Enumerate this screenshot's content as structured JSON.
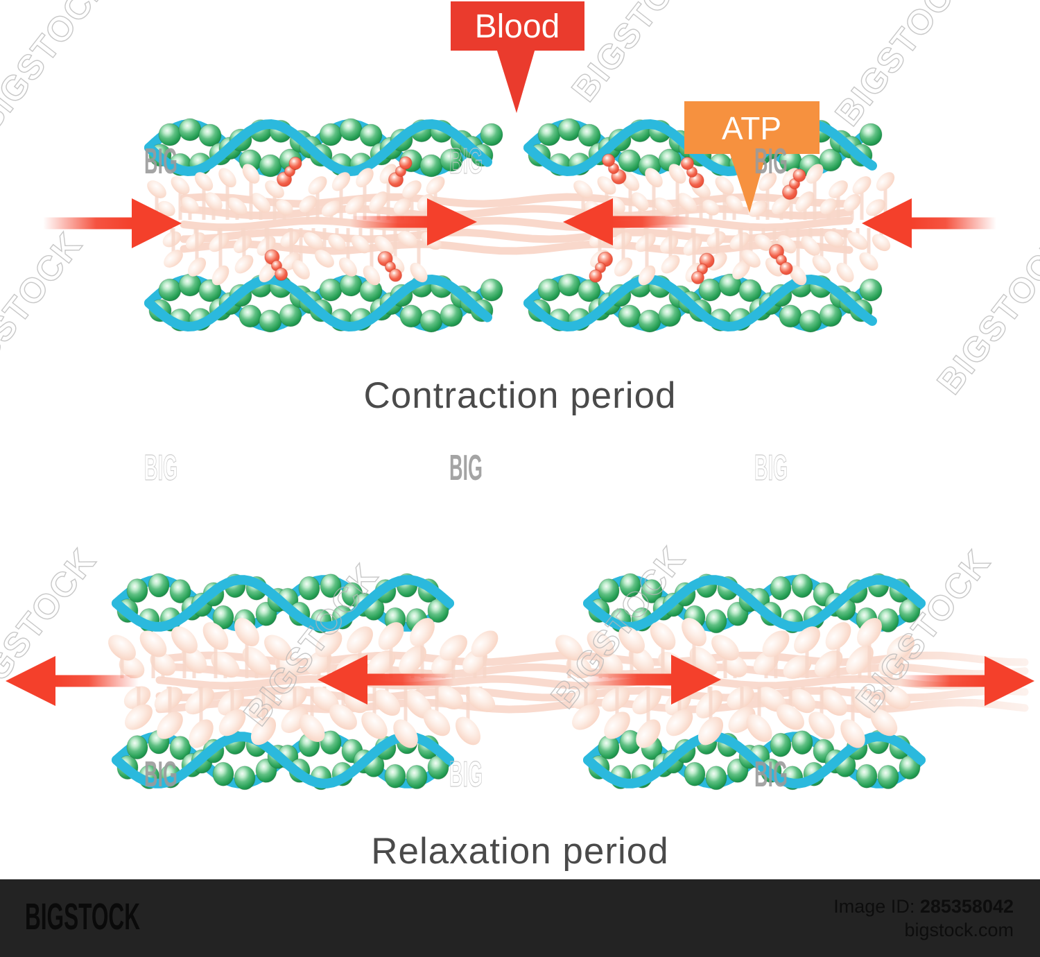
{
  "figure": {
    "contraction": {
      "title": "Contraction period"
    },
    "relaxation": {
      "title": "Relaxation period"
    },
    "callouts": {
      "blood": "Blood",
      "atp": "ATP"
    }
  },
  "watermark": {
    "big": "BIG",
    "bigstock": "BIGSTOCK"
  },
  "footer": {
    "logo": "BIGSTOCK",
    "image_id_label": "Image ID:",
    "image_id_value": "285358042",
    "website": "bigstock.com"
  },
  "colors": {
    "red_arrow": "#f4402b",
    "red_label": "#ea3b2d",
    "orange": "#f6913f",
    "cyan": "#2bb9dd",
    "green": "#2aa356",
    "pink_strand": "#f8d5c7",
    "pink_stalk": "#f7d7c9",
    "title_gray": "#4a4a4a",
    "bar_bg": "#232323",
    "bar_text": "#0d0d0d",
    "watermark_solid": "#9b9b9b",
    "watermark_outline": "#c8c8c8",
    "watermark_stroke": "#b5b5b5"
  }
}
